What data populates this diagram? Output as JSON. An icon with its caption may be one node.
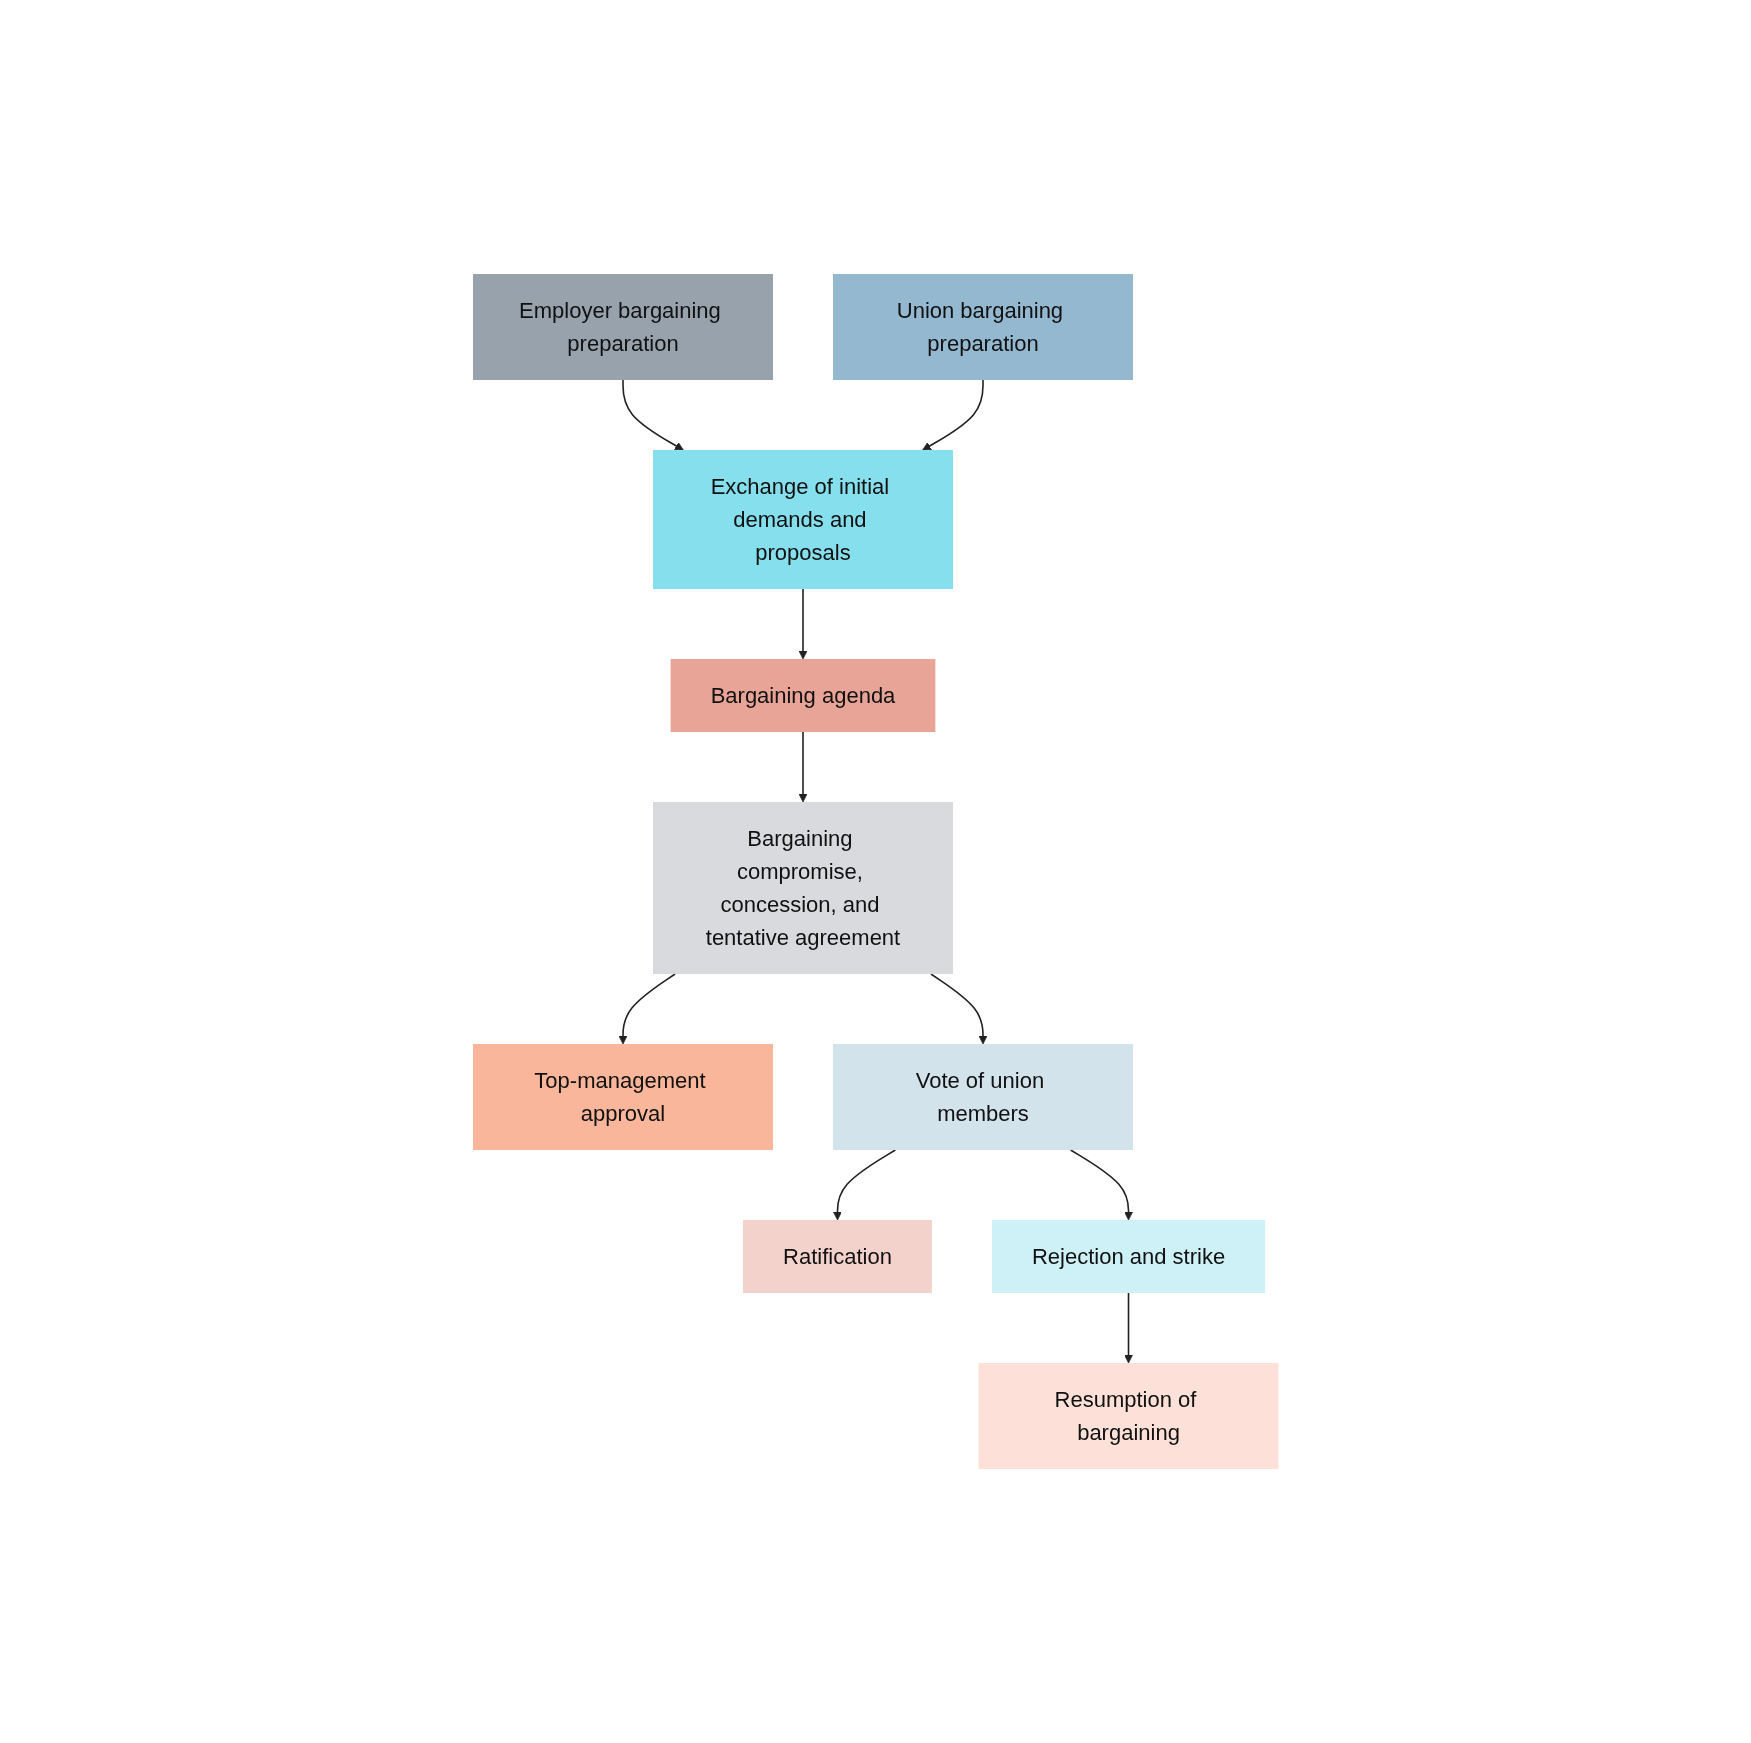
{
  "diagram": {
    "nodes": [
      {
        "text": [
          "Employer bargaining preparation"
        ]
      },
      {
        "text": [
          "Union bargaining preparation"
        ]
      },
      {
        "text": [
          "Exchange of initial demands and proposals"
        ]
      },
      {
        "text": [
          "Bargaining agenda"
        ]
      },
      {
        "text": [
          "Top-management approval"
        ]
      },
      {
        "text": [
          "Bargaining compromise, concession, and tentative agreement"
        ]
      },
      {
        "text": [
          "Vote of union members"
        ]
      },
      {
        "text": [
          "Ratification"
        ]
      },
      {
        "text": [
          "Rejection and strike"
        ]
      },
      {
        "text": [
          "Resumption of bargaining"
        ]
      }
    ],
    "edges": [
      {
        "from": 0,
        "to": 2,
        "arrow": "to"
      },
      {
        "from": 1,
        "to": 2,
        "arrow": "to"
      },
      {
        "from": 2,
        "to": 3,
        "arrow": "to"
      },
      {
        "from": 3,
        "to": 5,
        "arrow": "to"
      },
      {
        "from": 5,
        "to": 4,
        "arrow": "to"
      },
      {
        "from": 5,
        "to": 6,
        "arrow": "to"
      },
      {
        "from": 6,
        "to": 7,
        "arrow": "to"
      },
      {
        "from": 6,
        "to": 8,
        "arrow": "to"
      },
      {
        "from": 8,
        "to": 9,
        "arrow": "to"
      }
    ]
  }
}
